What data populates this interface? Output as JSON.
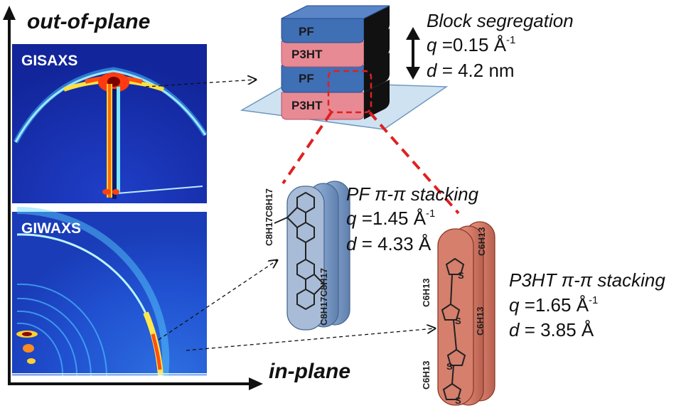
{
  "axes": {
    "vertical_label": "out-of-plane",
    "horizontal_label": "in-plane"
  },
  "panels": {
    "top_label": "GISAXS",
    "bottom_label": "GIWAXS"
  },
  "stack": {
    "layers": [
      "PF",
      "P3HT",
      "PF",
      "P3HT"
    ],
    "colors": {
      "pf": "#3f6fb5",
      "p3ht": "#e0707a",
      "substrate": "#c9dff0"
    }
  },
  "block": {
    "title": "Block segregation",
    "q_sym": "q",
    "q_eq": " =0.15 Å",
    "q_sup": "-1",
    "d_sym": "d",
    "d_eq": " = 4.2 nm"
  },
  "pf_stack": {
    "title": "PF π-π stacking",
    "q_sym": "q",
    "q_eq": " =1.45 Å",
    "q_sup": "-1",
    "d_sym": "d",
    "d_eq": " = 4.33 Å",
    "sub1": "C8H17C8H17",
    "sub2": "C8H17C8H17"
  },
  "p3ht_stack": {
    "title": "P3HT π-π stacking",
    "q_sym": "q",
    "q_eq": " =1.65 Å",
    "q_sup": "-1",
    "d_sym": "d",
    "d_eq": " = 3.85 Å",
    "sub": "C6H13",
    "sulfur": "S"
  }
}
